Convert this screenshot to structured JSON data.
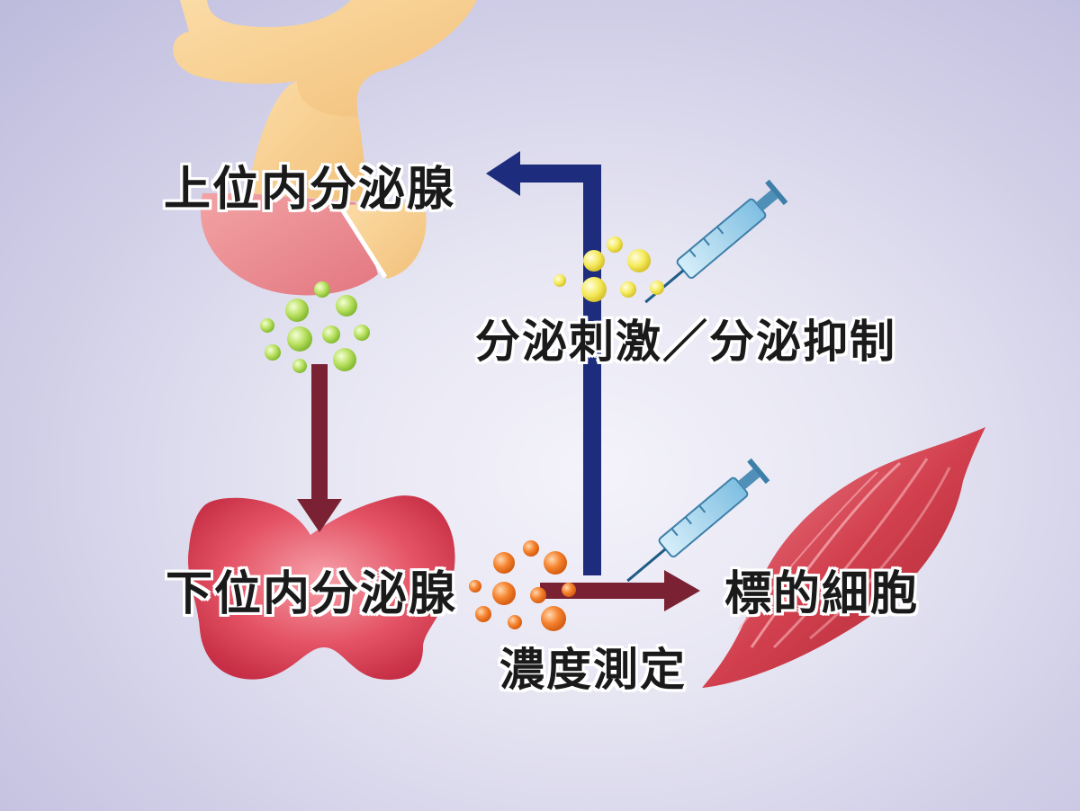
{
  "labels": {
    "upper_gland": "上位内分泌腺",
    "lower_gland": "下位内分泌腺",
    "stimulation": "分泌刺激／分泌抑制",
    "measurement": "濃度測定",
    "target_cell": "標的細胞"
  },
  "colors": {
    "upper_gland_pink": "#e98a90",
    "upper_gland_cream": "#f7d096",
    "lower_gland_red": "#de4458",
    "hormone_green": "#a9d957",
    "hormone_yellow": "#f3ea5c",
    "hormone_orange": "#f57d2c",
    "feedback_arrow_blue": "#1d2c7c",
    "down_arrow_maroon": "#7a2233",
    "muscle_red": "#c8303f",
    "syringe_blue": "#6fb3d9"
  }
}
